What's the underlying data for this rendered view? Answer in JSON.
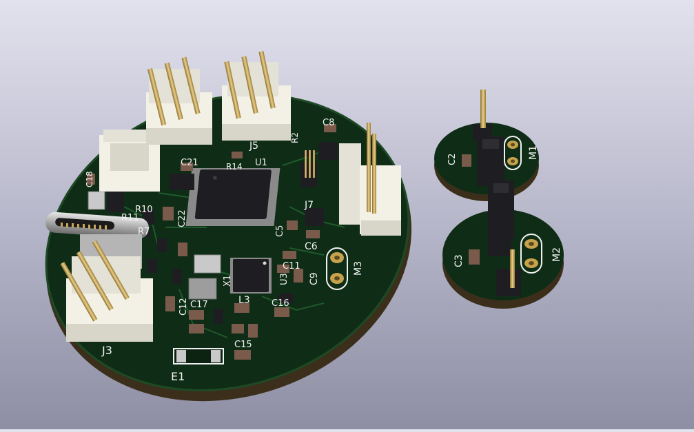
{
  "window": {
    "title": "3D Viewer"
  },
  "colors": {
    "board": "#0f2d16",
    "board_edge": "#3b2f1c",
    "silkscreen": "#f2f2f2",
    "connector": "#f3f1e6",
    "pin_gold": "#c9a75a",
    "ic_black": "#1e1e22",
    "pad_gold": "#c6a24c"
  },
  "main_board": {
    "labels": {
      "j5": "J5",
      "j3": "J3",
      "j7": "J7",
      "u1": "U1",
      "u3": "U3",
      "x1": "X1",
      "l3": "L3",
      "e1": "E1",
      "m3": "M3",
      "c5": "C5",
      "c6": "C6",
      "c8": "C8",
      "c9": "C9",
      "c11": "C11",
      "c12": "C12",
      "c15": "C15",
      "c16": "C16",
      "c17": "C17",
      "c18": "C18",
      "c21": "C21",
      "c22": "C22",
      "r2": "R2",
      "r7": "R7",
      "r10": "R10",
      "r11": "R11",
      "r14": "R14"
    }
  },
  "motor_board_1": {
    "labels": {
      "m1": "M1",
      "c2": "C2"
    }
  },
  "motor_board_2": {
    "labels": {
      "m2": "M2",
      "c3": "C3"
    }
  }
}
